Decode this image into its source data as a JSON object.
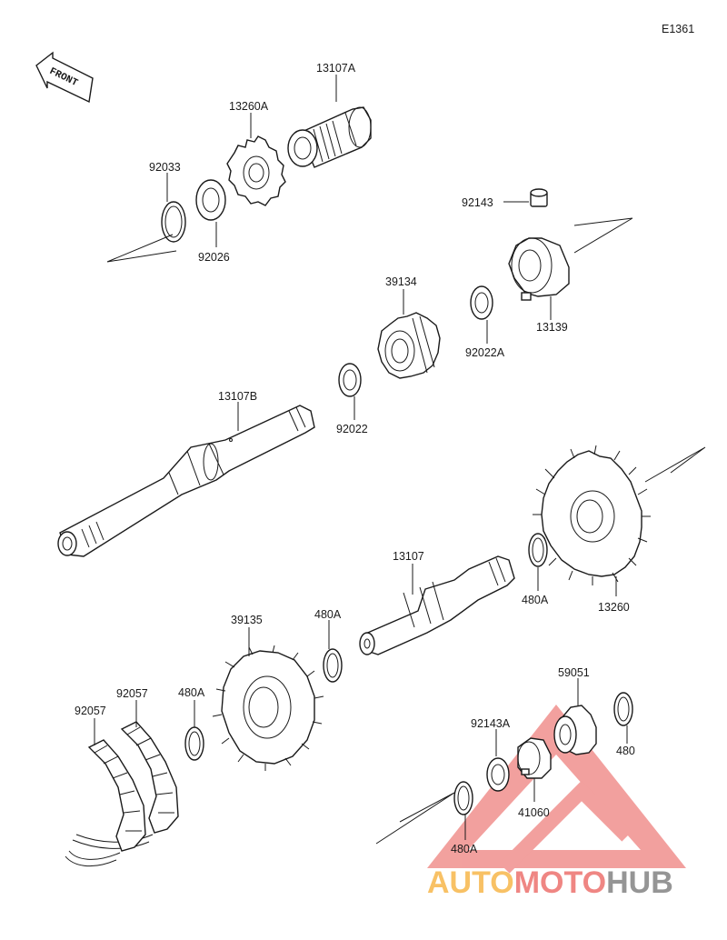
{
  "diagram": {
    "code": "E1361",
    "front_label": "FRONT",
    "labels": {
      "p13107A": "13107A",
      "p13260A": "13260A",
      "p92033": "92033",
      "p92026": "92026",
      "p92143": "92143",
      "p13139": "13139",
      "p39134": "39134",
      "p92022A": "92022A",
      "p13107B": "13107B",
      "p92022": "92022",
      "p13107": "13107",
      "p480A_1": "480A",
      "p13260": "13260",
      "p39135": "39135",
      "p480A_2": "480A",
      "p92057_1": "92057",
      "p92057_2": "92057",
      "p480A_3": "480A",
      "p59051": "59051",
      "p92143A": "92143A",
      "p480": "480",
      "p41060": "41060",
      "p480A_4": "480A"
    }
  },
  "watermark": {
    "part1": "AUTO",
    "part2": "MOTO",
    "part3": "HUB",
    "color_primary": "#e8534f",
    "color_secondary": "#f5a623",
    "color_tertiary": "#7a7a7a"
  }
}
